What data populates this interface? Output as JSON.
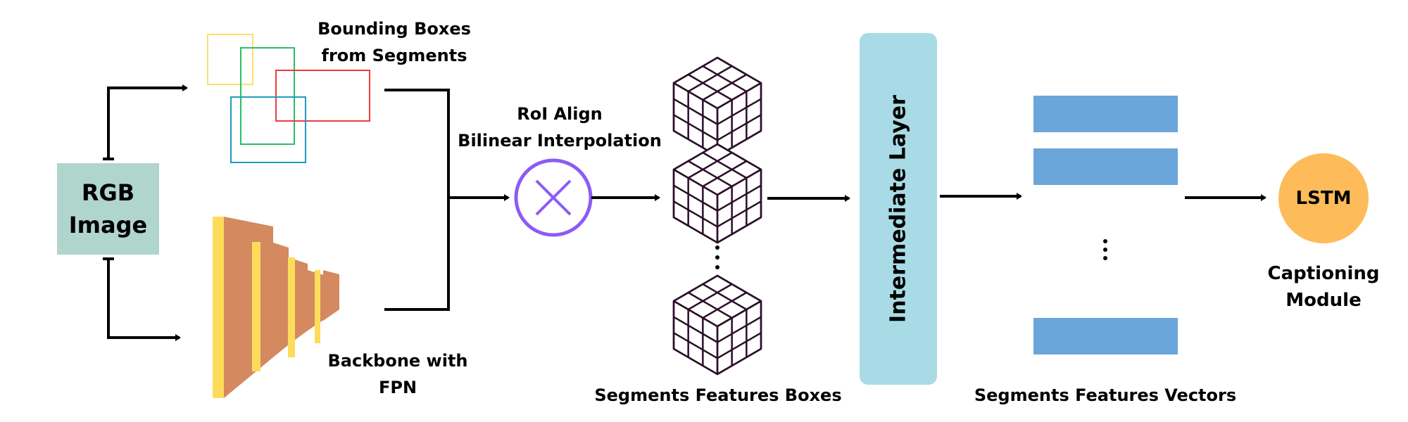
{
  "nodes": {
    "rgb_image": {
      "line1": "RGB",
      "line2": "Image",
      "color": "#b0d5cc"
    },
    "bounding_boxes": {
      "line1": "Bounding Boxes",
      "line2": "from Segments",
      "box_colors": [
        "#fde06a",
        "#27c06a",
        "#ee3b3b",
        "#1e9bbd"
      ]
    },
    "backbone": {
      "line1": "Backbone with",
      "line2": "FPN",
      "body_color": "#d4895f",
      "edge_color": "#fddc5c"
    },
    "roi_align": {
      "line1": "RoI Align",
      "line2": "Bilinear Interpolation",
      "color": "#8b5cf6",
      "symbol": "⨉"
    },
    "feature_boxes": {
      "label": "Segments Features Boxes",
      "ellipsis": "⋮",
      "cube_color": "#2a0f2a"
    },
    "intermediate_layer": {
      "label": "Intermediate Layer",
      "color": "#a8dbe5"
    },
    "feature_vectors": {
      "label": "Segments Features Vectors",
      "ellipsis": "⋮",
      "color": "#6aa6d9",
      "count_shown": 3
    },
    "lstm": {
      "label": "LSTM",
      "caption_line1": "Captioning",
      "caption_line2": "Module",
      "color": "#fdbb5a"
    }
  }
}
